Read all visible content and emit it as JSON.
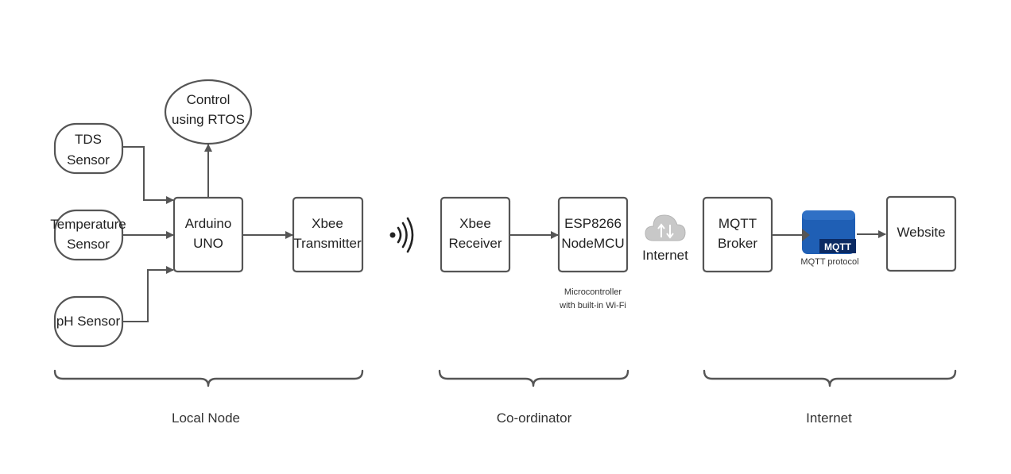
{
  "nodes": {
    "rtos": [
      "Control",
      "using RTOS"
    ],
    "tds": [
      "TDS",
      "Sensor"
    ],
    "temperature": [
      "Temperature",
      "Sensor"
    ],
    "ph": [
      "pH Sensor"
    ],
    "arduino": [
      "Arduino",
      "UNO"
    ],
    "xbee_tx": [
      "Xbee",
      "Transmitter"
    ],
    "xbee_rx": [
      "Xbee",
      "Receiver"
    ],
    "esp": [
      "ESP8266",
      "NodeMCU"
    ],
    "esp_note": [
      "Microcontroller",
      "with built-in Wi-Fi"
    ],
    "internet_cloud": [
      "Internet"
    ],
    "broker": [
      "MQTT",
      "Broker"
    ],
    "mqtt_logo": [
      "MQTT"
    ],
    "mqtt_protocol": [
      "MQTT protocol"
    ],
    "website": [
      "Website"
    ]
  },
  "groups": {
    "local_node": "Local Node",
    "coordinator": "Co-ordinator",
    "internet": "Internet"
  },
  "colors": {
    "stroke": "#555555",
    "mqtt_blue": "#1f5fb5",
    "mqtt_dark": "#0b2a63",
    "cloud": "#c8c8c8"
  },
  "icons": {
    "wireless": "wifi-signal-icon",
    "cloud": "cloud-upload-download-icon",
    "mqtt": "mqtt-logo-icon"
  }
}
